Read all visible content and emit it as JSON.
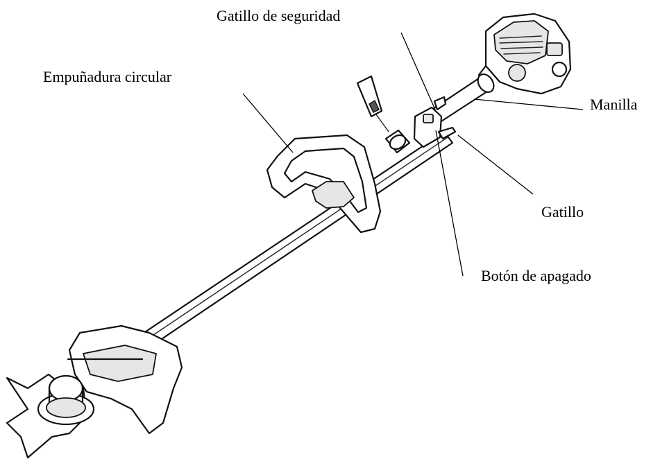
{
  "labels": {
    "safety_trigger": "Gatillo de seguridad",
    "loop_handle": "Empuñadura circular",
    "handle": "Manilla",
    "trigger": "Gatillo",
    "stop_button": "Botón de apagado"
  }
}
